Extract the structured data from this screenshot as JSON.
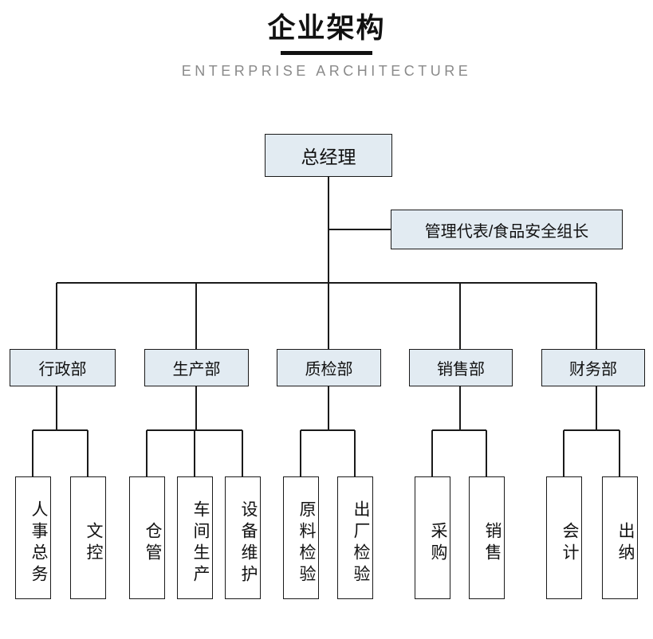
{
  "header": {
    "title": "企业架构",
    "subtitle": "ENTERPRISE ARCHITECTURE"
  },
  "colors": {
    "node_fill": "#e2ebf2",
    "node_border": "#1a1a1a",
    "leaf_fill": "#ffffff",
    "line": "#1a1a1a",
    "title_text": "#111111",
    "subtitle_text": "#8a8a8a"
  },
  "org": {
    "root": {
      "label": "总经理"
    },
    "staff": {
      "label": "管理代表/食品安全组长"
    },
    "departments": [
      {
        "label": "行政部",
        "children": [
          {
            "label": "人事总务"
          },
          {
            "label": "文控"
          }
        ]
      },
      {
        "label": "生产部",
        "children": [
          {
            "label": "仓管"
          },
          {
            "label": "车间生产"
          },
          {
            "label": "设备维护"
          }
        ]
      },
      {
        "label": "质检部",
        "children": [
          {
            "label": "原料检验"
          },
          {
            "label": "出厂检验"
          }
        ]
      },
      {
        "label": "销售部",
        "children": [
          {
            "label": "采购"
          },
          {
            "label": "销售"
          }
        ]
      },
      {
        "label": "财务部",
        "children": [
          {
            "label": "会计"
          },
          {
            "label": "出纳"
          }
        ]
      }
    ]
  }
}
